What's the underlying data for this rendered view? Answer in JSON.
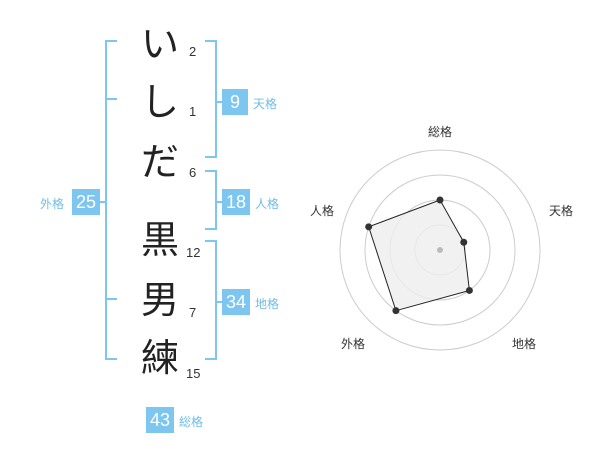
{
  "name": {
    "characters": [
      {
        "char": "い",
        "strokes": "2"
      },
      {
        "char": "し",
        "strokes": "1"
      },
      {
        "char": "だ",
        "strokes": "6"
      },
      {
        "char": "黒",
        "strokes": "12"
      },
      {
        "char": "男",
        "strokes": "7"
      },
      {
        "char": "練",
        "strokes": "15"
      }
    ]
  },
  "fortunes": {
    "tenkaku": {
      "value": "9",
      "label": "天格"
    },
    "jinkaku": {
      "value": "18",
      "label": "人格"
    },
    "chikaku": {
      "value": "34",
      "label": "地格"
    },
    "gaikaku": {
      "value": "25",
      "label": "外格"
    },
    "soukaku": {
      "value": "43",
      "label": "総格"
    }
  },
  "chart_data": {
    "type": "radar",
    "axes": [
      "総格",
      "天格",
      "地格",
      "外格",
      "人格"
    ],
    "values": [
      2,
      1,
      2,
      3,
      3
    ],
    "max": 4,
    "grid_rings": 4
  },
  "colors": {
    "accent": "#7cc6ef",
    "label": "#6fbde6",
    "polygon_fill": "#eeeeee",
    "ring": "#cccccc"
  }
}
